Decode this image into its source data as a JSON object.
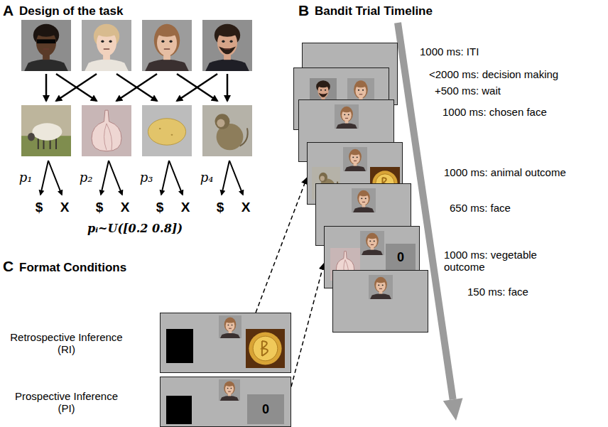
{
  "diagram": {
    "nodes": [
      {
        "text": [
          "1000 ms: ITI"
        ]
      },
      {
        "text": [
          "<2000 ms: decision making",
          "+500 ms: wait"
        ]
      },
      {
        "text": [
          "1000 ms: chosen face"
        ]
      },
      {
        "text": [
          "1000 ms: animal outcome"
        ]
      },
      {
        "text": [
          "650 ms: face"
        ]
      },
      {
        "text": [
          "1000 ms: vegetable outcome"
        ]
      },
      {
        "text": [
          "0"
        ],
        "in": 5
      },
      {
        "text": [
          "150 ms: face"
        ]
      },
      {
        "text": [
          "Retrospective Inference (RI)"
        ]
      },
      {
        "text": [
          "Prospective Inference (PI)"
        ]
      },
      {
        "text": [
          "0"
        ],
        "in": 9
      }
    ],
    "edges": [
      {
        "from": 8,
        "to": 3,
        "arrow": "to"
      },
      {
        "from": 9,
        "to": 5,
        "arrow": "to"
      }
    ],
    "labels": [
      "A",
      "Design of the task",
      "p₁",
      "$",
      "X",
      "p₂",
      "$",
      "X",
      "p₃",
      "$",
      "X",
      "p₄",
      "$",
      "X",
      "pᵢ~U([0.2 0.8])",
      "B",
      "Bandit Trial Timeline",
      "C",
      "Format Conditions"
    ]
  }
}
